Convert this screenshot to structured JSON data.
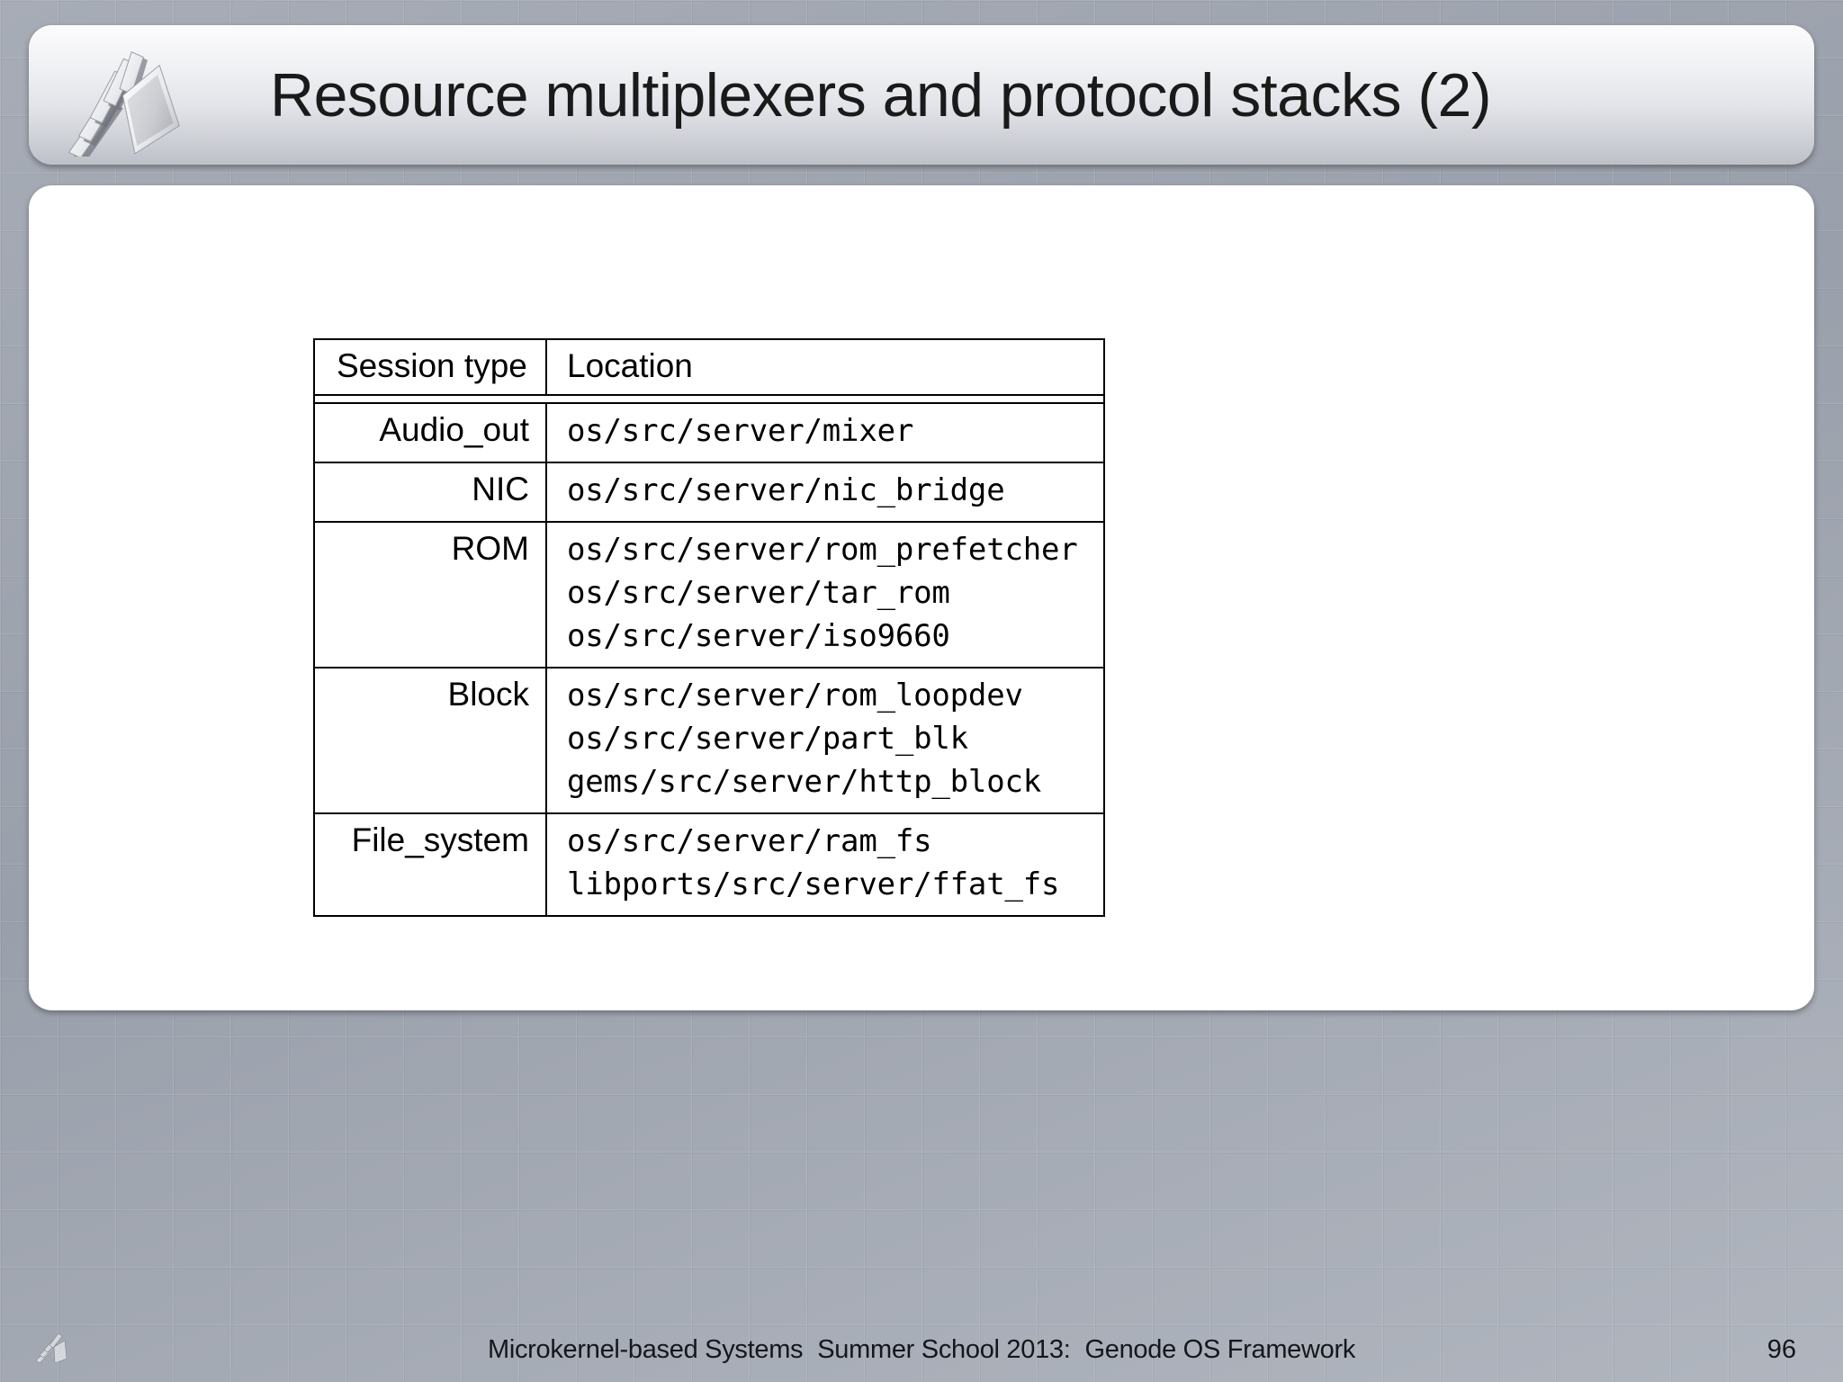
{
  "slide": {
    "title": "Resource multiplexers and protocol stacks (2)",
    "logo_icon": "genode-fan-logo-icon"
  },
  "table": {
    "headers": {
      "session_type": "Session type",
      "location": "Location"
    },
    "rows": [
      {
        "session_type": "Audio_out",
        "locations": [
          "os/src/server/mixer"
        ]
      },
      {
        "session_type": "NIC",
        "locations": [
          "os/src/server/nic_bridge"
        ]
      },
      {
        "session_type": "ROM",
        "locations": [
          "os/src/server/rom_prefetcher",
          "os/src/server/tar_rom",
          "os/src/server/iso9660"
        ]
      },
      {
        "session_type": "Block",
        "locations": [
          "os/src/server/rom_loopdev",
          "os/src/server/part_blk",
          "gems/src/server/http_block"
        ]
      },
      {
        "session_type": "File_system",
        "locations": [
          "os/src/server/ram_fs",
          "libports/src/server/ffat_fs"
        ]
      }
    ]
  },
  "footer": {
    "course": "Microkernel-based Systems",
    "event": "Summer School 2013:",
    "topic": "Genode OS Framework",
    "page_number": "96",
    "logo_icon": "genode-fan-logo-icon"
  },
  "colors": {
    "background": "#9ba0ab",
    "panel": "#ffffff",
    "title_bar_top": "#fbfbfc",
    "title_bar_bottom": "#bdc0c8",
    "text": "#000000"
  }
}
